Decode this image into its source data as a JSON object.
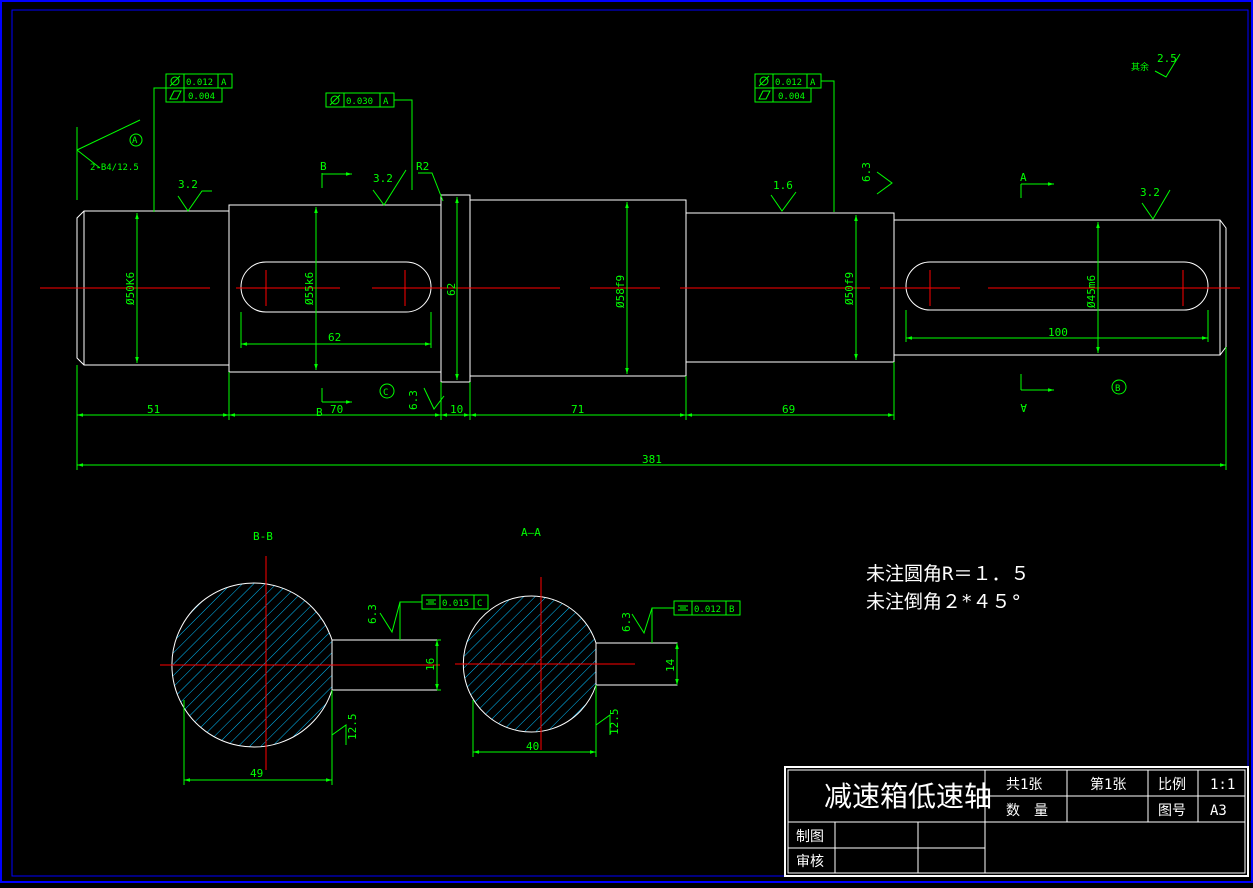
{
  "colors": {
    "background": "#000000",
    "border": "#0000ff",
    "outline": "#ffffff",
    "dimension": "#00ff00",
    "centerline": "#ff0000",
    "hatch": "#00bfff"
  },
  "roughness": {
    "general_prefix": "其余",
    "general_value": "2.5",
    "marks": [
      "3.2",
      "3.2",
      "1.6",
      "6.3",
      "3.2",
      "6.3",
      "6.3",
      "12.5",
      "6.3",
      "12.5"
    ]
  },
  "tolerances": {
    "left_top": [
      "0.012",
      "A",
      "0.004"
    ],
    "mid": [
      "0.030",
      "A"
    ],
    "right_top": [
      "0.012",
      "A",
      "0.004"
    ],
    "bb": [
      "0.015",
      "C"
    ],
    "aa": [
      "0.012",
      "B"
    ]
  },
  "datums": [
    "A",
    "B",
    "C"
  ],
  "center_hole": "2-B4/12.5",
  "fillet": "R2",
  "section_markers": {
    "b": "B",
    "a": "A"
  },
  "diameters": [
    "Ø50K6",
    "Ø55k6",
    "62",
    "Ø58f9",
    "Ø50f9",
    "Ø45m6"
  ],
  "lengths": {
    "key_left": "62",
    "key_right": "100",
    "seg1": "51",
    "seg2": "70",
    "seg3": "10",
    "seg4": "71",
    "seg5": "69",
    "total": "381"
  },
  "sections": {
    "bb_title": "B-B",
    "aa_title": "A—A",
    "bb_width": "49",
    "bb_depth": "16",
    "aa_width": "40",
    "aa_depth": "14"
  },
  "notes": [
    "未注圆角R＝１．５",
    "未注倒角２*４５°"
  ],
  "title_block": {
    "name": "减速箱低速轴",
    "sheets_total": "共1张",
    "sheet_no": "第1张",
    "scale_label": "比例",
    "scale": "1:1",
    "qty_label": "数　量",
    "drawing_no_label": "图号",
    "drawing_no": "A3",
    "drawn_by": "制图",
    "checked_by": "审核"
  }
}
